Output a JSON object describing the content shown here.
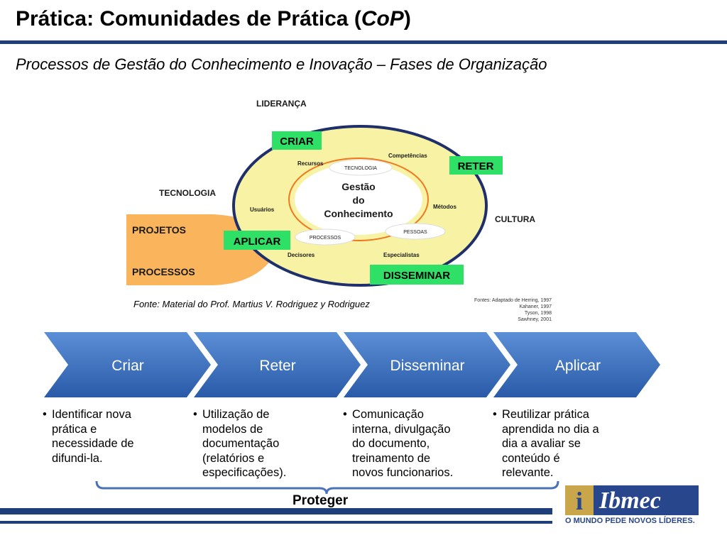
{
  "header": {
    "title_prefix": "Prática: Comunidades de Prática (",
    "title_italic": "CoP",
    "title_suffix": ")",
    "subtitle": "Processos de Gestão do Conhecimento e Inovação – Fases de Organização"
  },
  "diagram": {
    "outer_labels": {
      "lideranca": "LIDERANÇA",
      "tecnologia": "TECNOLOGIA",
      "cultura": "CULTURA",
      "projetos": "PROJETOS",
      "processos": "PROCESSOS"
    },
    "phase_badges": {
      "criar": "CRIAR",
      "reter": "RETER",
      "aplicar": "APLICAR",
      "disseminar": "DISSEMINAR"
    },
    "ring_labels": {
      "recursos": "Recursos",
      "competencias": "Competências",
      "usuarios": "Usuários",
      "metodos": "Métodos",
      "decisores": "Decisores",
      "especialistas": "Especialistas"
    },
    "inner_labels": {
      "tecnologia": "TECNOLOGIA",
      "processos": "PROCESSOS",
      "pessoas": "PESSOAS"
    },
    "center": [
      "Gestão",
      "do",
      "Conhecimento"
    ],
    "source": "Fonte: Material do Prof. Martius V. Rodriguez y Rodriguez",
    "refs": [
      "Fontes: Adaptado de Herring, 1997",
      "Kahaner, 1997",
      "Tyson, 1998",
      "Sawhney, 2001"
    ],
    "colors": {
      "ellipse_fill": "#f8f3a4",
      "ellipse_stroke": "#1f2f6b",
      "badge_fill": "#2fe067",
      "orange": "#f9a247",
      "inner_arc": "#f07820"
    }
  },
  "process": {
    "steps": [
      "Criar",
      "Reter",
      "Disseminar",
      "Aplicar"
    ],
    "descriptions": [
      [
        "Identificar nova",
        "prática e",
        "necessidade de",
        "difundi-la."
      ],
      [
        "Utilização de",
        "modelos de",
        "documentação",
        "(relatórios e",
        "especificações)."
      ],
      [
        "Comunicação",
        "interna, divulgação",
        "do documento,",
        "treinamento de",
        "novos funcionarios."
      ],
      [
        "Reutilizar prática",
        "aprendida no dia a",
        "dia a avaliar se",
        "conteúdo é",
        "relevante."
      ]
    ],
    "bullet": "•",
    "protect_label": "Proteger",
    "colors": {
      "chevron_top": "#5b8fd6",
      "chevron_bottom": "#2a5aa8"
    }
  },
  "logo": {
    "mark": "i",
    "name": "Ibmec",
    "tagline": "O MUNDO PEDE NOVOS LÍDERES.",
    "colors": {
      "blue": "#27468b",
      "gold": "#c9a64a"
    }
  }
}
